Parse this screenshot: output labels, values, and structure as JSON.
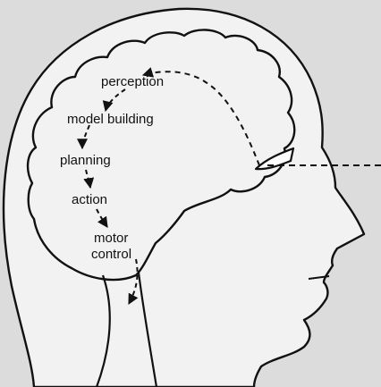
{
  "colors": {
    "paper": "#dcdcdc",
    "head_fill": "#f2f2f2",
    "line": "#111111",
    "eye_fill": "#ffffff"
  },
  "stages": [
    {
      "id": "perception",
      "label": "perception"
    },
    {
      "id": "model-building",
      "label": "model building"
    },
    {
      "id": "planning",
      "label": "planning"
    },
    {
      "id": "action",
      "label": "action"
    },
    {
      "id": "motor-control-1",
      "label": "motor"
    },
    {
      "id": "motor-control-2",
      "label": "control"
    }
  ]
}
